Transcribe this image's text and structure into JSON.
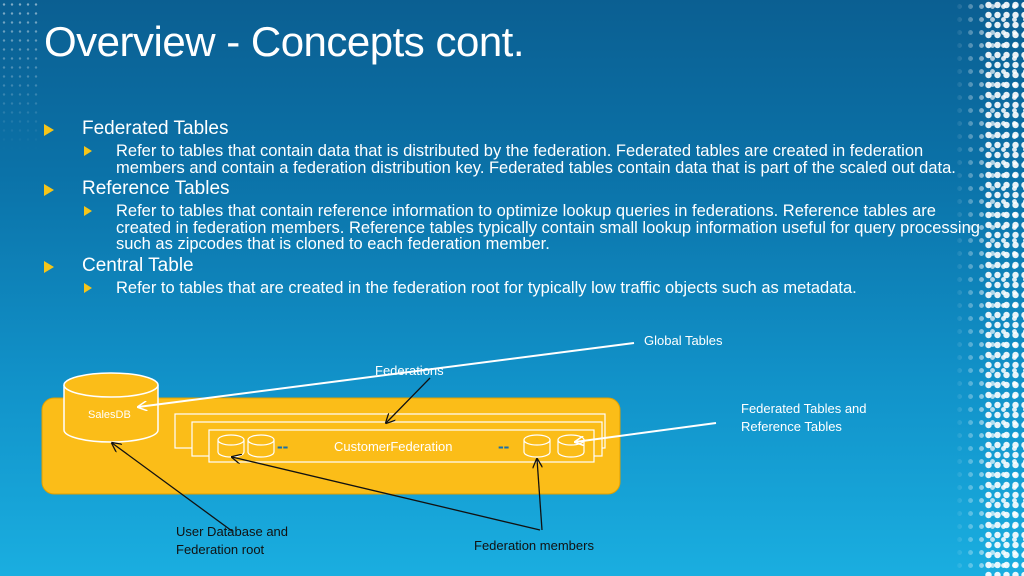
{
  "slide": {
    "title": "Overview - Concepts cont.",
    "bullets": [
      {
        "heading": "Federated Tables",
        "detail": "Refer to tables that contain data that is distributed by the federation. Federated tables are created in federation members and contain a federation distribution key. Federated tables contain data that is part of the scaled out data."
      },
      {
        "heading": "Reference Tables",
        "detail": "Refer to tables that contain reference information to optimize lookup queries in federations. Reference tables are created in federation members. Reference tables typically contain small lookup information useful for query processing such as zipcodes that is cloned to each federation member."
      },
      {
        "heading": "Central Table",
        "detail": "Refer to tables that are created in the federation root for typically low traffic objects such as metadata."
      }
    ]
  },
  "diagram": {
    "global_tables_label": "Global Tables",
    "federations_label": "Federations",
    "salesdb_label": "SalesDB",
    "customer_federation_label": "CustomerFederation",
    "federated_reference_label_line1": "Federated Tables and",
    "federated_reference_label_line2": "Reference Tables",
    "user_db_label_line1": "User Database and",
    "user_db_label_line2": "Federation root",
    "federation_members_label": "Federation members",
    "dash_text": "--"
  },
  "colors": {
    "accent_yellow": "#f5c518",
    "box_fill": "#fbbd18",
    "background_top": "#0b5f92",
    "background_bottom": "#1aaee0"
  }
}
